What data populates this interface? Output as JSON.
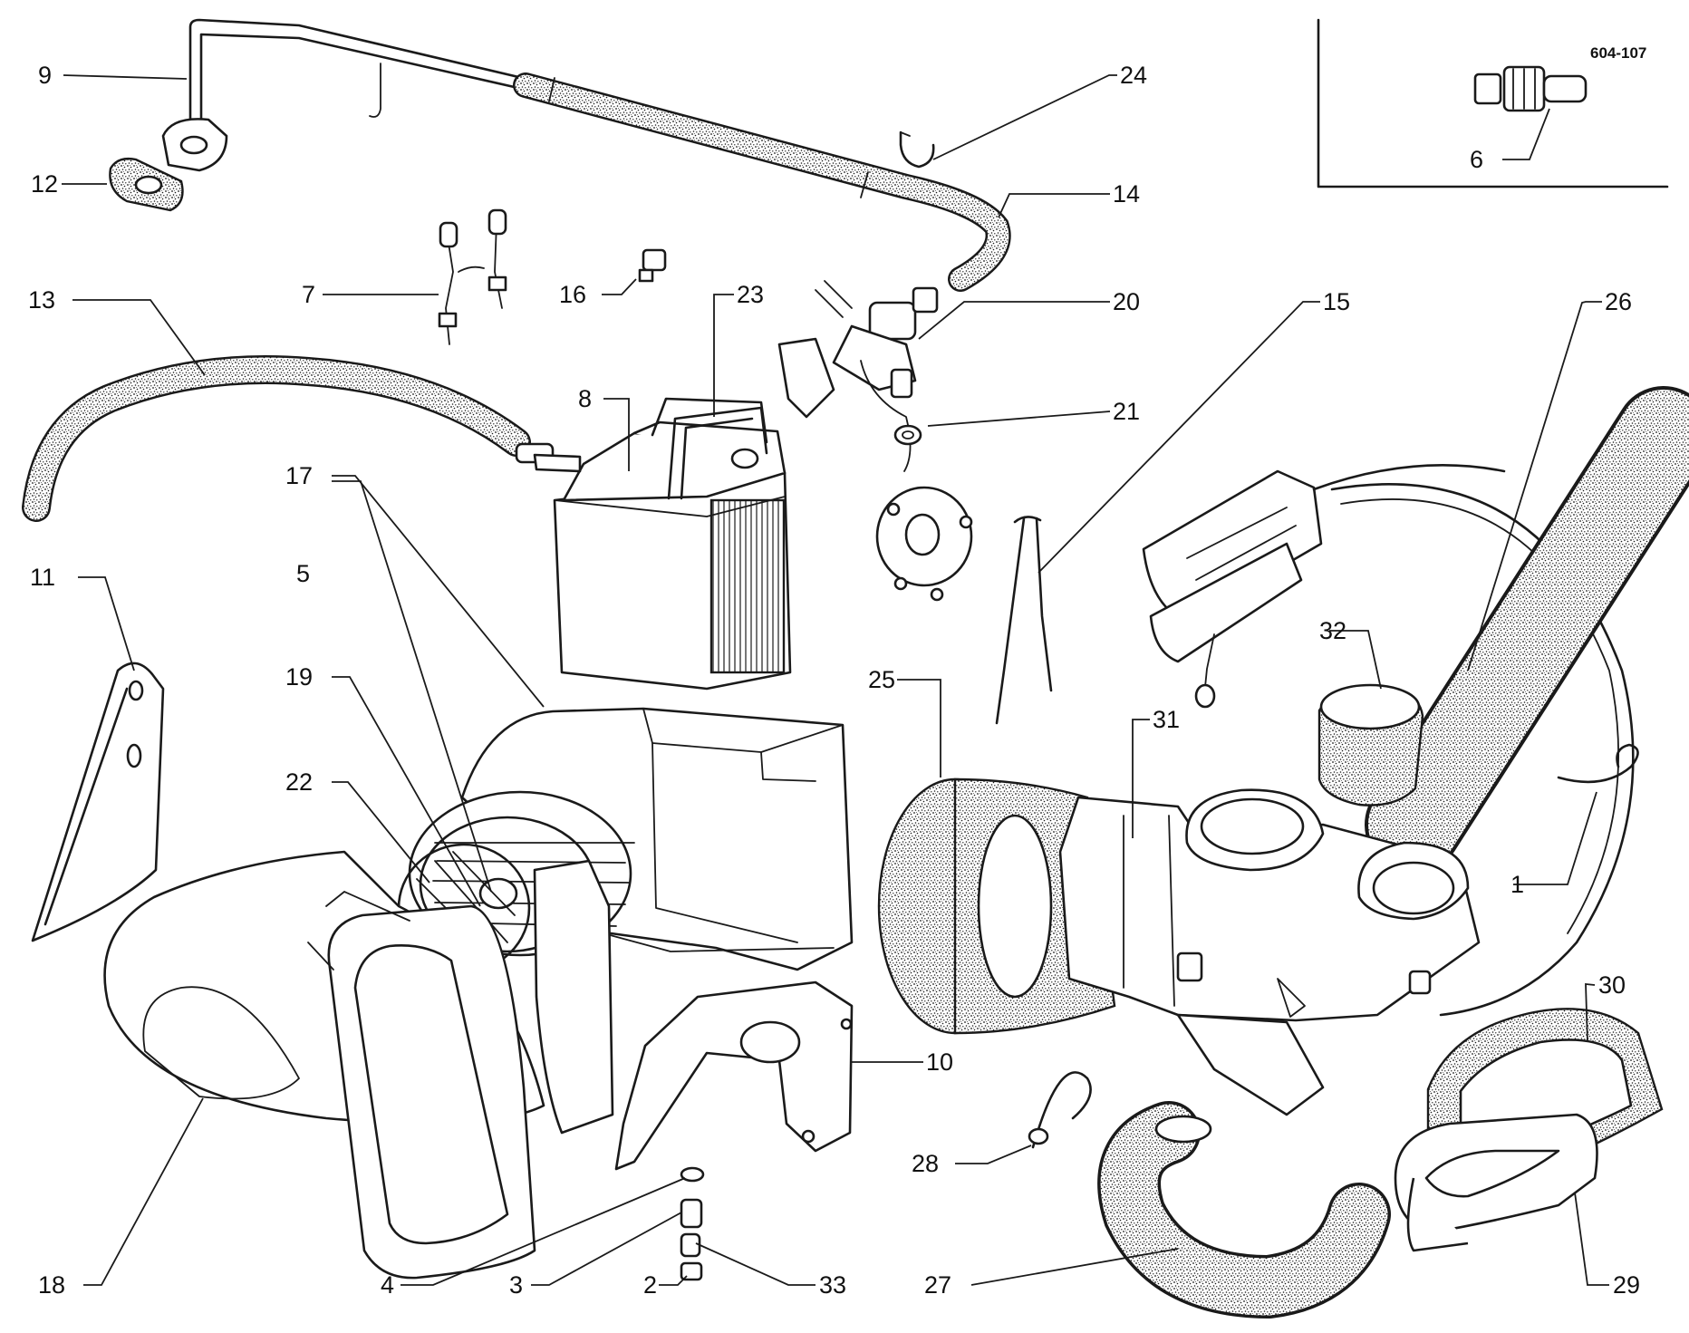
{
  "diagram": {
    "inset_code": "604-107",
    "callouts": [
      {
        "id": "c1",
        "text": "1"
      },
      {
        "id": "c2",
        "text": "2"
      },
      {
        "id": "c3",
        "text": "3"
      },
      {
        "id": "c4",
        "text": "4"
      },
      {
        "id": "c5",
        "text": "5"
      },
      {
        "id": "c6",
        "text": "6"
      },
      {
        "id": "c7",
        "text": "7"
      },
      {
        "id": "c8",
        "text": "8"
      },
      {
        "id": "c9",
        "text": "9"
      },
      {
        "id": "c10",
        "text": "10"
      },
      {
        "id": "c11",
        "text": "11"
      },
      {
        "id": "c12",
        "text": "12"
      },
      {
        "id": "c13",
        "text": "13"
      },
      {
        "id": "c14",
        "text": "14"
      },
      {
        "id": "c15",
        "text": "15"
      },
      {
        "id": "c16",
        "text": "16"
      },
      {
        "id": "c17",
        "text": "17"
      },
      {
        "id": "c18",
        "text": "18"
      },
      {
        "id": "c19",
        "text": "19"
      },
      {
        "id": "c20",
        "text": "20"
      },
      {
        "id": "c21",
        "text": "21"
      },
      {
        "id": "c22",
        "text": "22"
      },
      {
        "id": "c23",
        "text": "23"
      },
      {
        "id": "c24",
        "text": "24"
      },
      {
        "id": "c25",
        "text": "25"
      },
      {
        "id": "c26",
        "text": "26"
      },
      {
        "id": "c27",
        "text": "27"
      },
      {
        "id": "c28",
        "text": "28"
      },
      {
        "id": "c29",
        "text": "29"
      },
      {
        "id": "c30",
        "text": "30"
      },
      {
        "id": "c31",
        "text": "31"
      },
      {
        "id": "c32",
        "text": "32"
      },
      {
        "id": "c33",
        "text": "33"
      }
    ]
  }
}
